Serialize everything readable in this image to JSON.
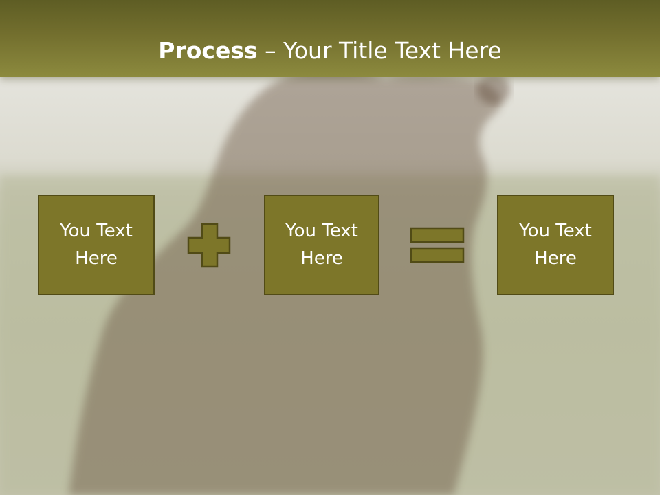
{
  "slide": {
    "title_bold": "Process",
    "title_rest": " – Your Title Text Here",
    "colors": {
      "header": "#7a7632",
      "box_fill": "#7d7629",
      "box_border": "#514b16",
      "operator_fill": "#7d7629"
    }
  },
  "process": {
    "step1": "You Text Here",
    "operator1": "plus-icon",
    "step2": "You Text Here",
    "operator2": "equals-icon",
    "step3": "You Text Here"
  }
}
